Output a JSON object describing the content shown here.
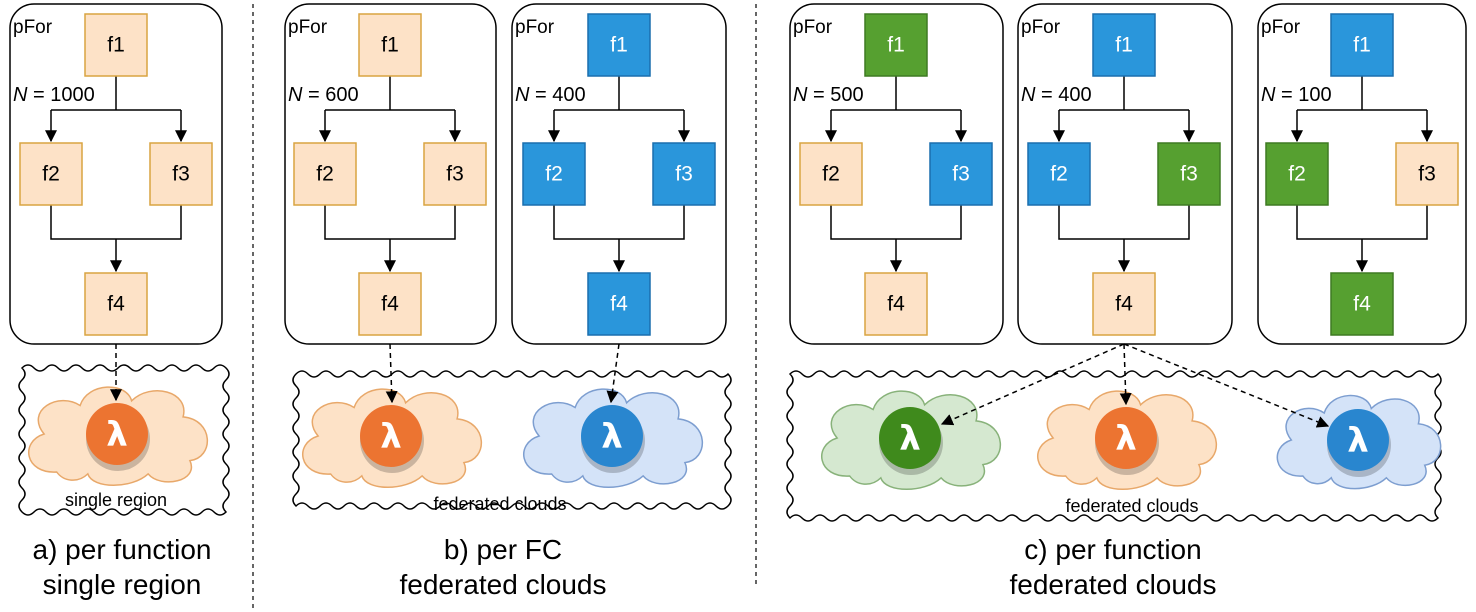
{
  "colors": {
    "orange_fill": "#fde2c7",
    "orange_stroke": "#d9a441",
    "blue_fill": "#2a96db",
    "blue_stroke": "#1a6fae",
    "green_fill": "#56a030",
    "green_stroke": "#3e7a22",
    "orange_cloud": "#fde2c7",
    "orange_cloud_stroke": "#e8a86a",
    "blue_cloud": "#d4e3f8",
    "blue_cloud_stroke": "#7d9ed0",
    "green_cloud": "#d5e8d0",
    "green_cloud_stroke": "#88b27a",
    "lambda_orange": "#ec7431",
    "lambda_blue": "#2986cf",
    "lambda_green": "#3f8a1c"
  },
  "fcs": [
    {
      "label": "pFor",
      "n_prefix": "N",
      "n_rest": " = 1000",
      "nodes": [
        "f1",
        "f2",
        "f3",
        "f4"
      ],
      "colors": [
        "orange",
        "orange",
        "orange",
        "orange"
      ]
    },
    {
      "label": "pFor",
      "n_prefix": "N",
      "n_rest": " = 600",
      "nodes": [
        "f1",
        "f2",
        "f3",
        "f4"
      ],
      "colors": [
        "orange",
        "orange",
        "orange",
        "orange"
      ]
    },
    {
      "label": "pFor",
      "n_prefix": "N",
      "n_rest": " = 400",
      "nodes": [
        "f1",
        "f2",
        "f3",
        "f4"
      ],
      "colors": [
        "blue",
        "blue",
        "blue",
        "blue"
      ]
    },
    {
      "label": "pFor",
      "n_prefix": "N",
      "n_rest": " = 500",
      "nodes": [
        "f1",
        "f2",
        "f3",
        "f4"
      ],
      "colors": [
        "green",
        "orange",
        "blue",
        "orange"
      ]
    },
    {
      "label": "pFor",
      "n_prefix": "N",
      "n_rest": " = 400",
      "nodes": [
        "f1",
        "f2",
        "f3",
        "f4"
      ],
      "colors": [
        "blue",
        "blue",
        "green",
        "orange"
      ]
    },
    {
      "label": "pFor",
      "n_prefix": "N",
      "n_rest": " = 100",
      "nodes": [
        "f1",
        "f2",
        "f3",
        "f4"
      ],
      "colors": [
        "blue",
        "green",
        "orange",
        "green"
      ]
    }
  ],
  "lambda_symbol": "λ",
  "regions": {
    "a": "single region",
    "b": "federated clouds",
    "c": "federated clouds"
  },
  "captions": {
    "a_line1": "a) per function",
    "a_line2": "single region",
    "b_line1": "b) per FC",
    "b_line2": "federated clouds",
    "c_line1": "c) per function",
    "c_line2": "federated clouds"
  }
}
